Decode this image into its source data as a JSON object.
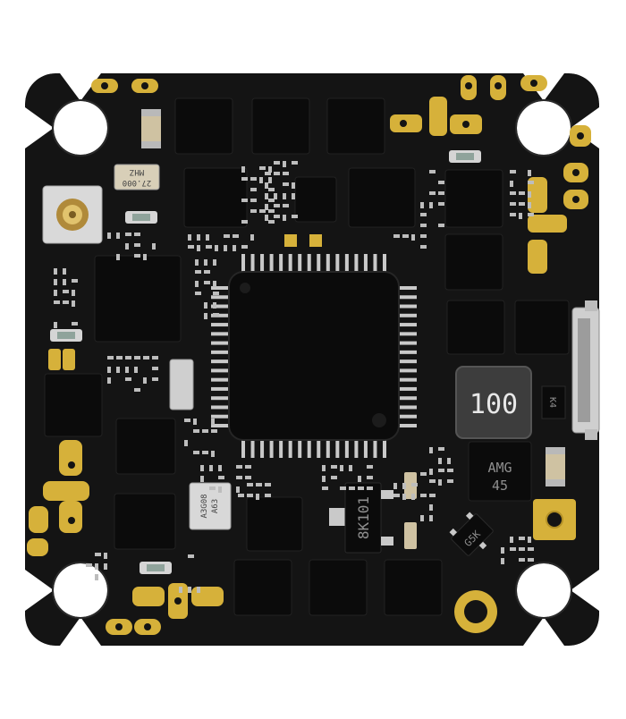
{
  "image": {
    "subject": "flight-controller-pcb",
    "colors": {
      "background": "#ffffff",
      "board": "#141414",
      "gold": "#d6b13a",
      "chip": "#0b0b0b",
      "pin": "#c9c9c9"
    }
  },
  "markings": {
    "crystal_top": "27.000",
    "crystal_bottom": "MHZ",
    "inductor": "100",
    "amg_line1": "AMG",
    "amg_line2": "45",
    "baro_line1": "A3G08",
    "baro_line2": "A63",
    "regulator": "8K101",
    "diode": "G5K",
    "side_code": "K4"
  }
}
